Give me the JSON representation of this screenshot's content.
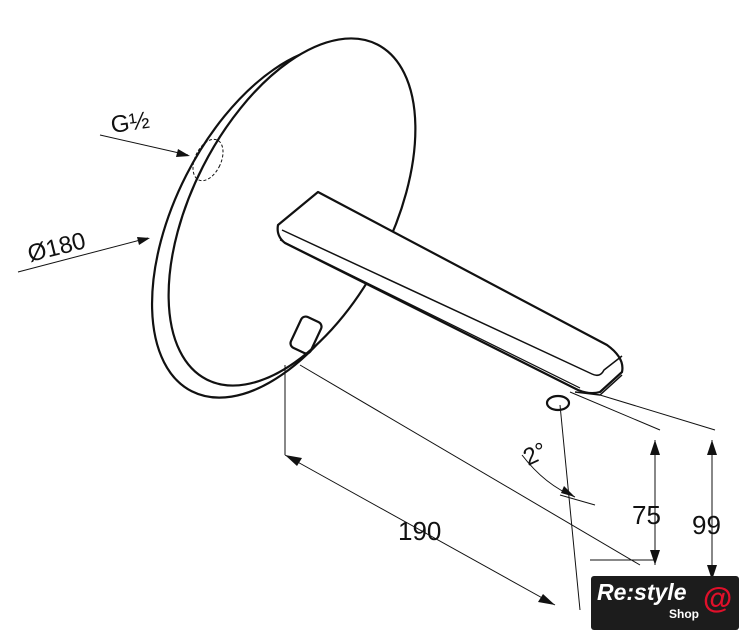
{
  "dimensions": {
    "thread": "G½",
    "diameter": "Ø180",
    "length": "190",
    "angle": "2°",
    "height_outlet": "75",
    "height_total": "99"
  },
  "logo": {
    "main": "Re:style",
    "sub": "Shop",
    "symbol": "@",
    "accent_color": "#e0102a"
  }
}
